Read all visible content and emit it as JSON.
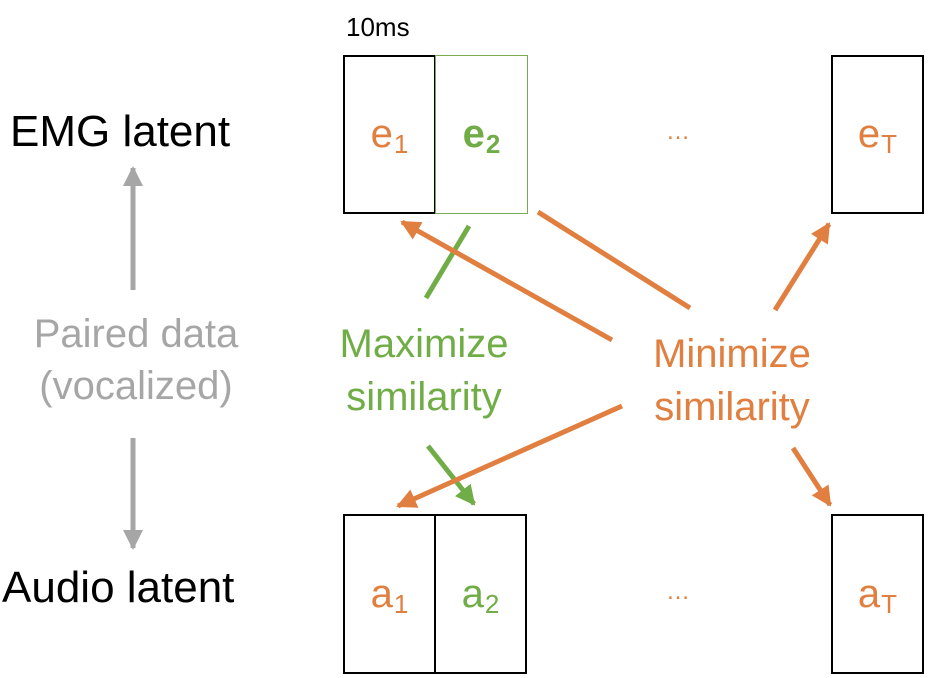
{
  "colors": {
    "orange": "#e07f3f",
    "green": "#70ad47",
    "gray": "#a6a6a6",
    "black": "#000000"
  },
  "labels": {
    "time_unit": "10ms",
    "emg": "EMG latent",
    "audio": "Audio latent",
    "paired_line1": "Paired data",
    "paired_line2": "(vocalized)",
    "maximize_line1": "Maximize",
    "maximize_line2": "similarity",
    "minimize_line1": "Minimize",
    "minimize_line2": "similarity",
    "ellipsis_top": "…",
    "ellipsis_bottom": "…"
  },
  "emg_tokens": [
    {
      "base": "e",
      "sub": "1",
      "color": "orange"
    },
    {
      "base": "e",
      "sub": "2",
      "color": "green"
    },
    {
      "base": "e",
      "sub": "T",
      "color": "orange"
    }
  ],
  "audio_tokens": [
    {
      "base": "a",
      "sub": "1",
      "color": "orange"
    },
    {
      "base": "a",
      "sub": "2",
      "color": "green"
    },
    {
      "base": "a",
      "sub": "T",
      "color": "orange"
    }
  ]
}
